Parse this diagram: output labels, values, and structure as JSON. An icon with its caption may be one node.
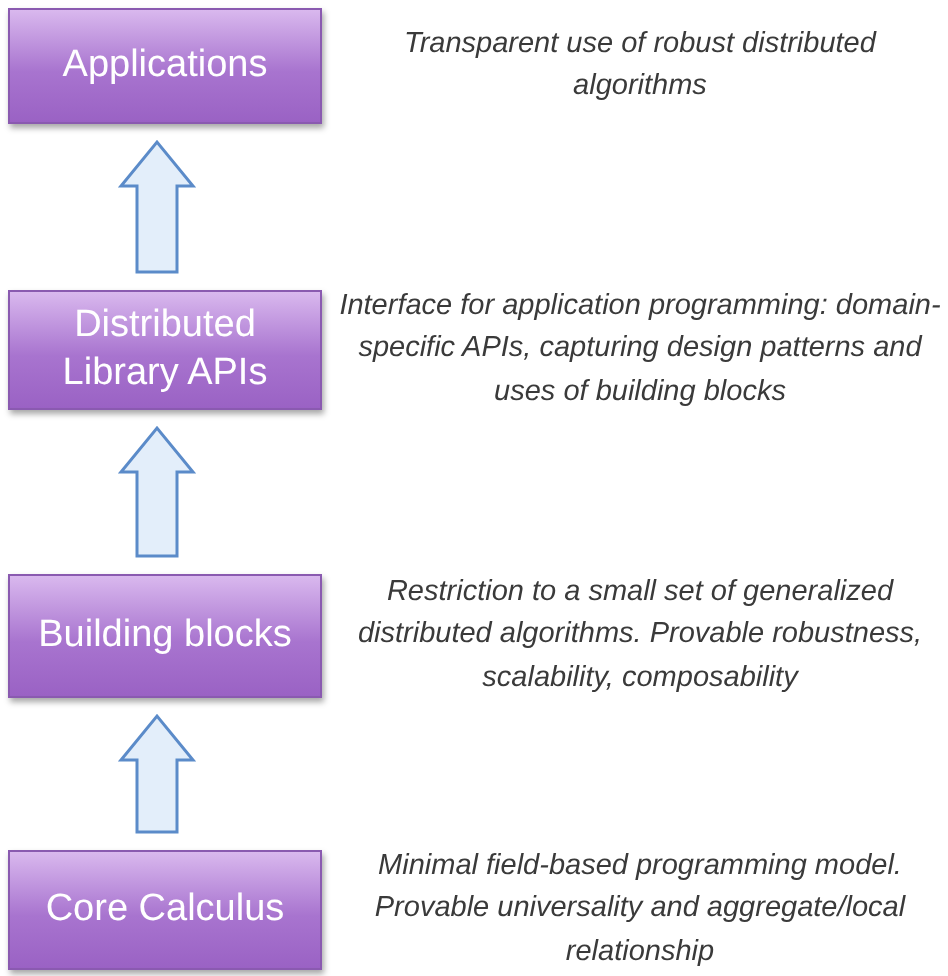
{
  "diagram": {
    "nodes": [
      {
        "text": [
          "Applications"
        ],
        "beside": [
          "Transparent use of robust distributed algorithms"
        ]
      },
      {
        "text": [
          "Distributed Library APIs"
        ],
        "beside": [
          "Interface for application programming: domain-specific APIs, capturing design patterns and uses of building blocks"
        ]
      },
      {
        "text": [
          "Building blocks"
        ],
        "beside": [
          "Restriction to a small set of generalized distributed algorithms. Provable robustness, scalability, composability"
        ]
      },
      {
        "text": [
          "Core Calculus"
        ],
        "beside": [
          "Minimal field-based programming model. Provable universality and aggregate/local relationship"
        ]
      }
    ],
    "edges": [
      {
        "from": 1,
        "to": 0,
        "arrow": "to"
      },
      {
        "from": 2,
        "to": 1,
        "arrow": "to"
      },
      {
        "from": 3,
        "to": 2,
        "arrow": "to"
      }
    ]
  }
}
